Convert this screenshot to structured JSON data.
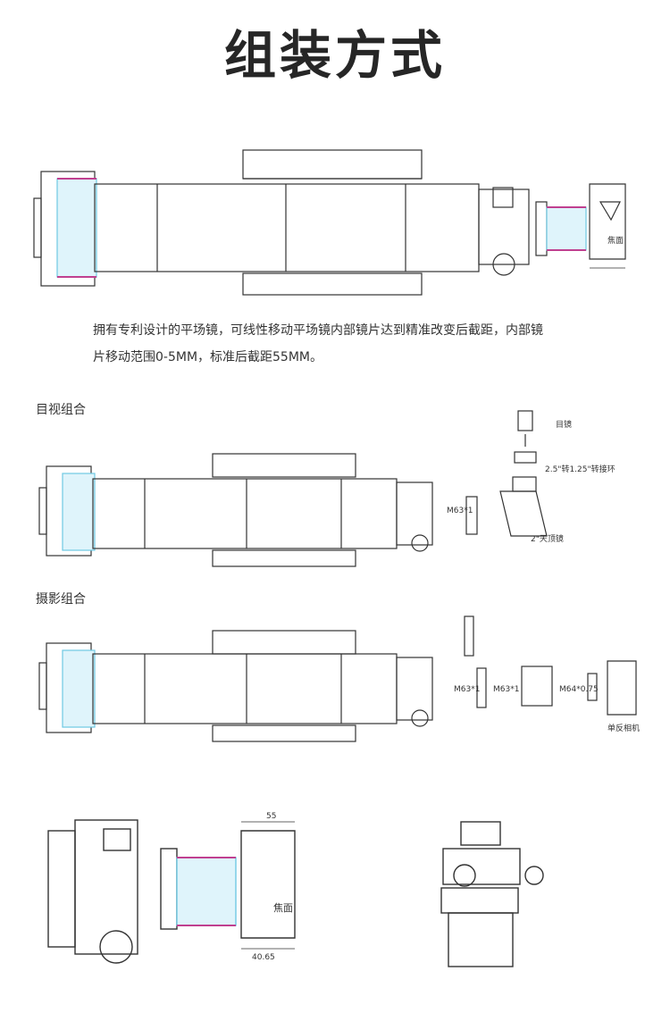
{
  "title": "组装方式",
  "description": {
    "line1": "拥有专利设计的平场镜，可线性移动平场镜内部镜片达到精准改变后截距，内部镜",
    "line2": "片移动范围0-5MM，标准后截距55MM。"
  },
  "focus_label": "焦面",
  "sections": {
    "visual": {
      "heading": "目视组合",
      "eyepiece_label": "目镜",
      "adapter_label": "2.5\"转1.25\"转接环",
      "diagonal_label": "2\"天顶镜",
      "thread_label": "M63*1"
    },
    "photo": {
      "heading": "摄影组合",
      "thread_label_1": "M63*1",
      "thread_label_2": "M63*1",
      "thread_label_3": "M64*0.75",
      "camera_label": "单反相机"
    }
  },
  "detail": {
    "dim_top": "55",
    "dim_bottom": "40.65",
    "focus_label": "焦面"
  },
  "colors": {
    "line": "#333333",
    "lens_fill": "#dff4fb",
    "lens_edge": "#6ec9e3",
    "accent": "#c04090"
  }
}
